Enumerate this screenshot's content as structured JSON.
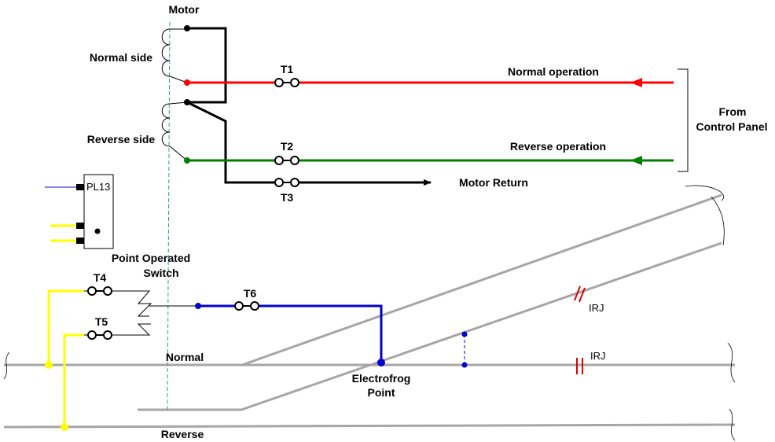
{
  "labels": {
    "motor": "Motor",
    "normal_side": "Normal side",
    "reverse_side": "Reverse side",
    "t1": "T1",
    "t2": "T2",
    "t3": "T3",
    "t4": "T4",
    "t5": "T5",
    "t6": "T6",
    "normal_operation": "Normal operation",
    "reverse_operation": "Reverse operation",
    "motor_return": "Motor Return",
    "from_control_panel_line1": "From",
    "from_control_panel_line2": "Control Panel",
    "pl13": "PL13",
    "point_operated_line1": "Point Operated",
    "point_operated_line2": "Switch",
    "irj_upper": "IRJ",
    "irj_lower": "IRJ",
    "normal": "Normal",
    "reverse": "Reverse",
    "electrofrog_line1": "Electrofrog",
    "electrofrog_line2": "Point"
  },
  "colors": {
    "normal_wire": "#ff0000",
    "reverse_wire": "#007f00",
    "motor_wire": "#000000",
    "frog_wire": "#0000cc",
    "track_feed": "#ffff00",
    "rail": "#a6a6a6",
    "irj": "#e00000",
    "centerline": "#2e9c8a"
  }
}
